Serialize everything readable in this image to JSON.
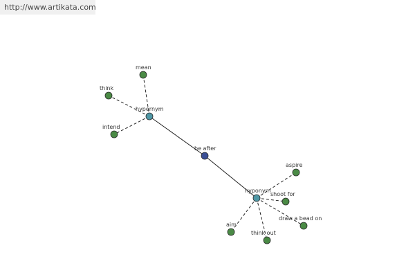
{
  "watermark": "http://www.artikata.com",
  "colors": {
    "center_node": "#3a4f96",
    "relation_node": "#4f97a5",
    "word_node": "#4a8a45",
    "node_stroke": "#2a2a2a",
    "edge": "#222222"
  },
  "graph": {
    "center": "be after",
    "relations": [
      {
        "label": "hypernym",
        "words": [
          "mean",
          "think",
          "intend"
        ]
      },
      {
        "label": "hyponym",
        "words": [
          "aspire",
          "shoot for",
          "draw a bead on",
          "think out",
          "aim"
        ]
      }
    ]
  }
}
